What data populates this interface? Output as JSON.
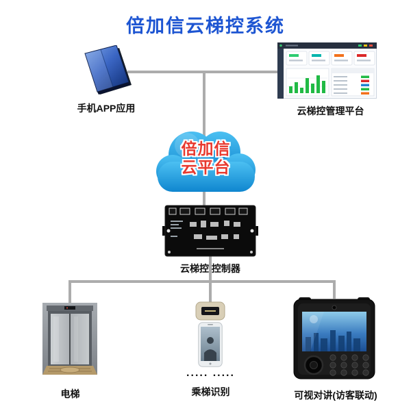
{
  "title": "倍加信云梯控系统",
  "colors": {
    "title_blue": "#1d55d2",
    "cloud_blue_top": "#4cc0f2",
    "cloud_blue_bottom": "#0f86cf",
    "cloud_text_red": "#e8392e",
    "connector_gray": "#acacac"
  },
  "nodes": {
    "phone_app": {
      "label": "手机APP应用"
    },
    "management_platform": {
      "label": "云梯控管理平台"
    },
    "cloud": {
      "line1": "倍加信",
      "line2": "云平台"
    },
    "controller": {
      "label": "云梯控 控制器"
    },
    "elevator": {
      "label": "电梯"
    },
    "ride_recognition": {
      "label": "乘梯识别",
      "dots": "..... ....."
    },
    "video_intercom": {
      "label": "可视对讲(访客联动)"
    }
  }
}
